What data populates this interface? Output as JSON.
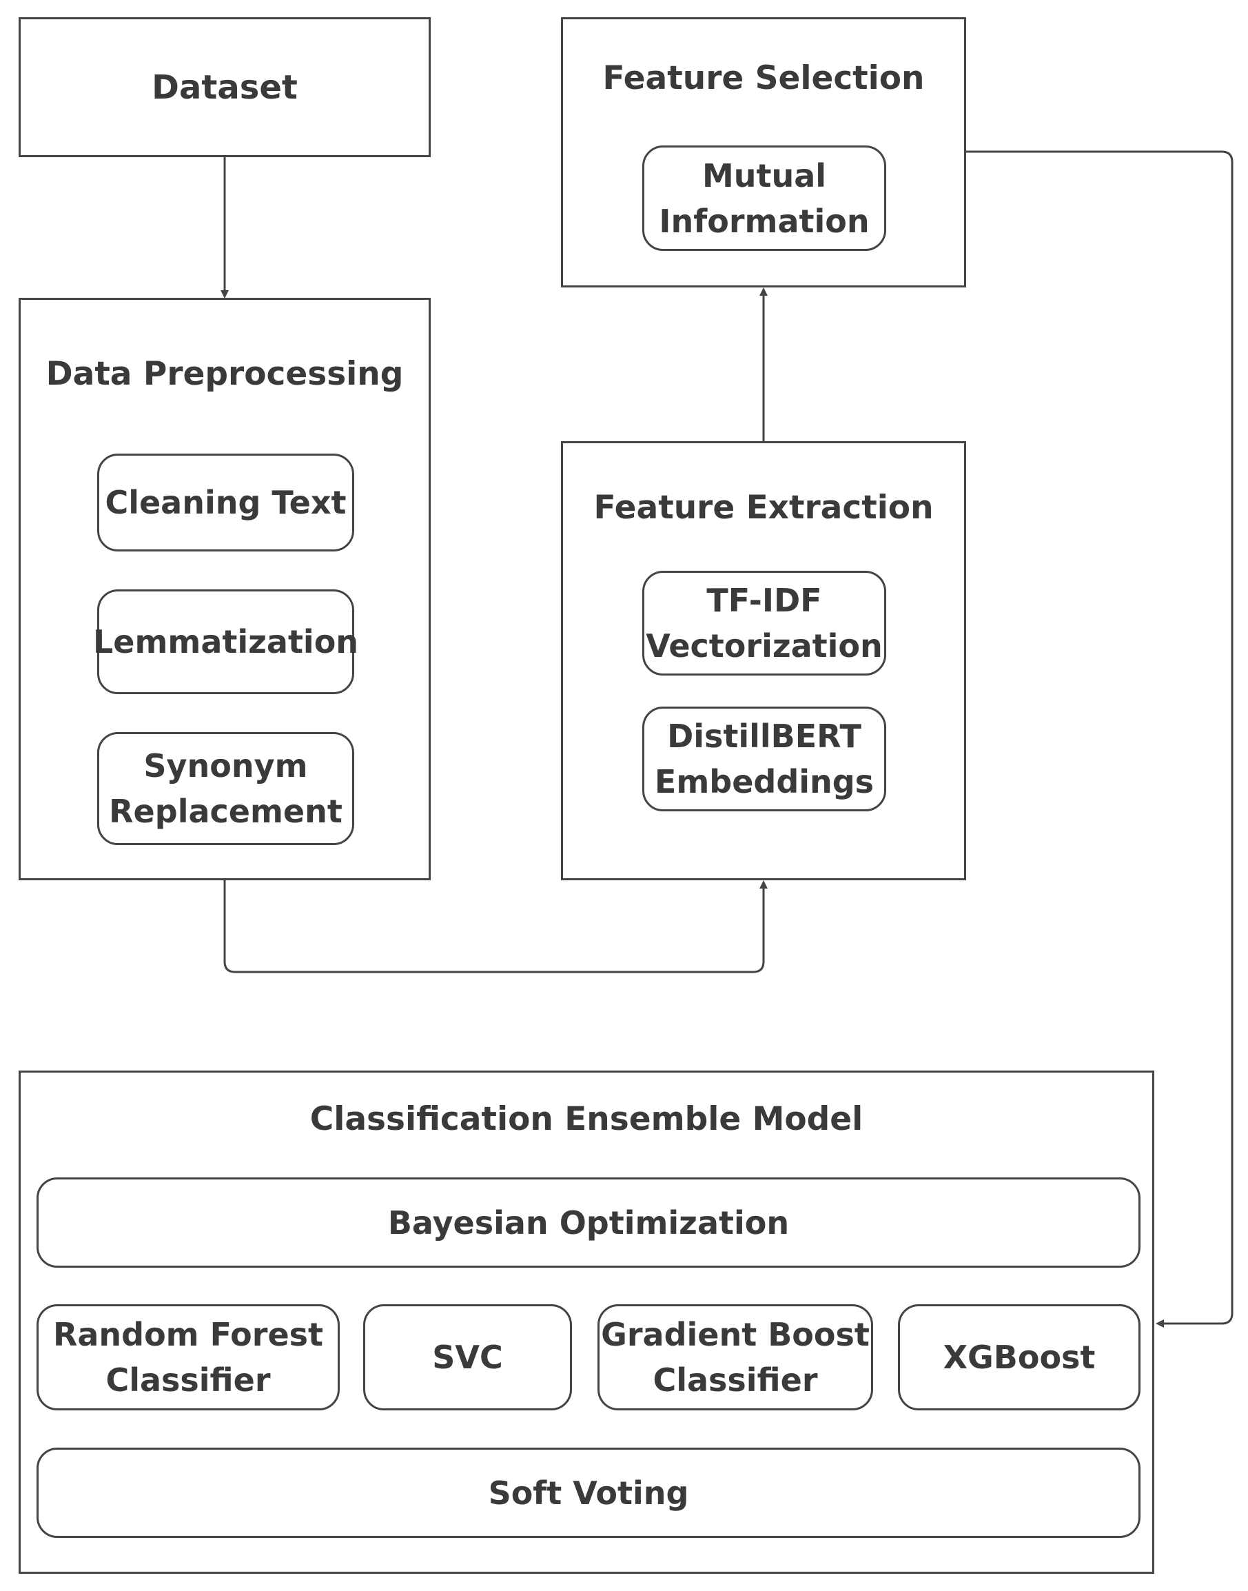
{
  "dataset": {
    "label": "Dataset"
  },
  "preprocessing": {
    "title": "Data Preprocessing",
    "steps": [
      "Cleaning Text",
      "Lemmatization",
      "Synonym\nReplacement"
    ]
  },
  "extraction": {
    "title": "Feature Extraction",
    "steps": [
      "TF-IDF\nVectorization",
      "DistillBERT\nEmbeddings"
    ]
  },
  "selection": {
    "title": "Feature Selection",
    "steps": [
      "Mutual\nInformation"
    ]
  },
  "ensemble": {
    "title": "Classification Ensemble Model",
    "optimization": "Bayesian Optimization",
    "models": [
      "Random Forest\nClassifier",
      "SVC",
      "Gradient Boost\nClassifier",
      "XGBoost"
    ],
    "voting": "Soft Voting"
  },
  "colors": {
    "stroke": "#444444",
    "text": "#3a3a3a",
    "background": "#ffffff"
  }
}
